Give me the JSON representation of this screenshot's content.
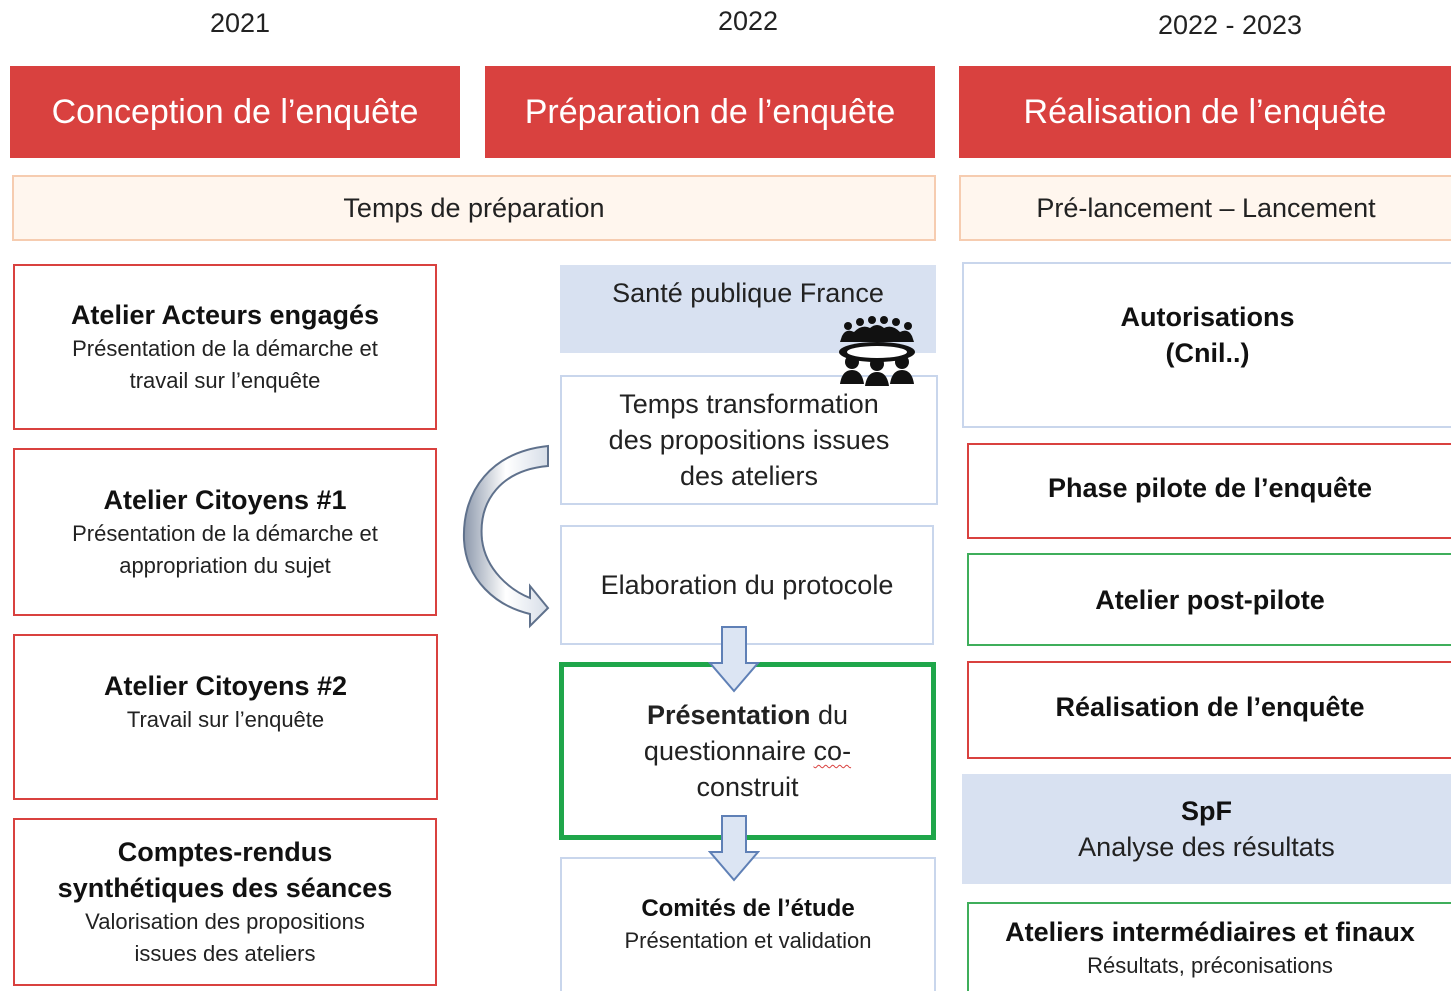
{
  "years": [
    "2021",
    "2022",
    "2022 - 2023"
  ],
  "phases": [
    "Conception de l’enquête",
    "Préparation de l’enquête",
    "Réalisation de l’enquête"
  ],
  "bands": {
    "preparation": "Temps de préparation",
    "realisation": "Pré-lancement – Lancement"
  },
  "left": [
    {
      "title": "Atelier Acteurs engagés",
      "sub1": "Présentation de la démarche et",
      "sub2": "travail sur l’enquête"
    },
    {
      "title": "Atelier Citoyens #1",
      "sub1": "Présentation de la démarche et",
      "sub2": "appropriation du sujet"
    },
    {
      "title": "Atelier Citoyens #2",
      "sub1": "Travail sur l’enquête"
    },
    {
      "title1": "Comptes-rendus",
      "title2": "synthétiques des séances",
      "sub1": "Valorisation des propositions",
      "sub2": "issues des ateliers"
    }
  ],
  "middle": {
    "spf": "Santé publique France",
    "transformation": [
      "Temps transformation",
      "des propositions issues",
      "des ateliers"
    ],
    "protocole": "Elaboration du protocole",
    "presentation": {
      "bold": "Présentation",
      "rest": " du",
      "line2a": "questionnaire ",
      "line2b": "co-",
      "line3": "construit"
    },
    "comites": {
      "title": "Comités de l’étude",
      "sub": "Présentation et validation"
    }
  },
  "right": {
    "autorisations": [
      "Autorisations",
      "(Cnil..)"
    ],
    "pilote": "Phase pilote de l’enquête",
    "post_pilote": "Atelier post-pilote",
    "realisation": "Réalisation de l’enquête",
    "spf": {
      "title": "SpF",
      "sub": "Analyse des résultats"
    },
    "ateliers": {
      "title": "Ateliers intermédiaires et finaux",
      "sub": "Résultats, préconisations"
    }
  },
  "icons": [
    "people-meeting-icon",
    "curved-arrow-icon",
    "down-arrow-icon"
  ],
  "colors": {
    "phase_red": "#d9413f",
    "band_fill": "#fff6ee",
    "blue_fill": "#d8e1f1",
    "green": "#1fa64a"
  }
}
